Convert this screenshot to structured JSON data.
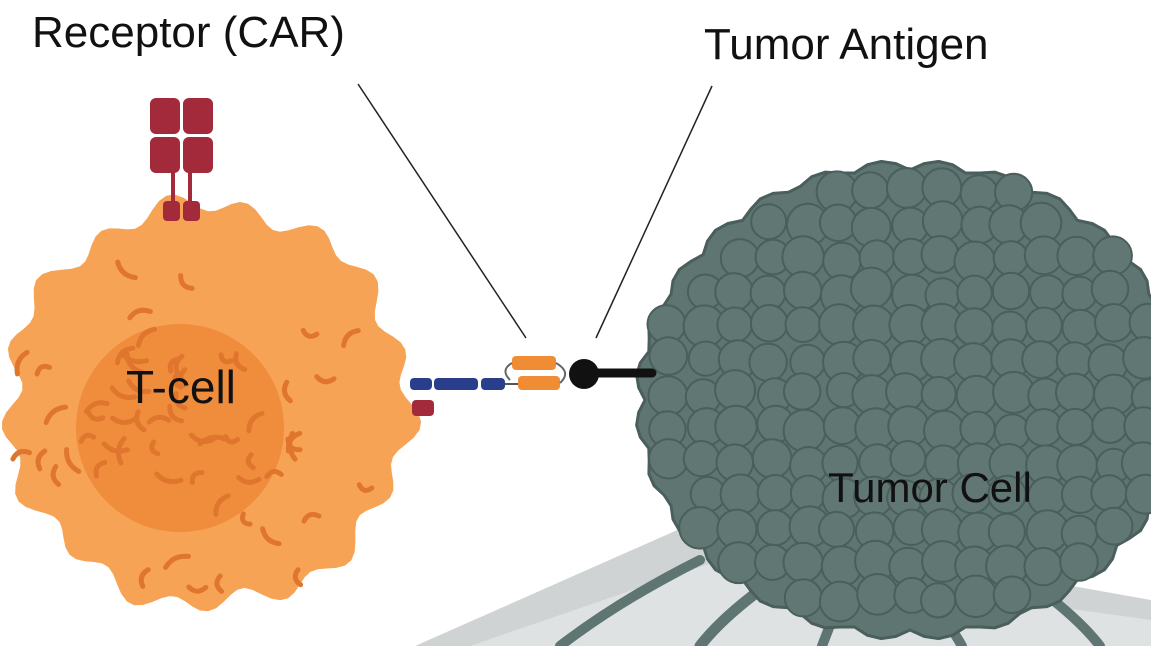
{
  "labels": {
    "receptor": "Receptor (CAR)",
    "antigen": "Tumor Antigen",
    "tcell": "T-cell",
    "tumor": "Tumor Cell"
  },
  "colors": {
    "tcell_body": "#f6a355",
    "tcell_nucleus": "#ef8a3a",
    "tcell_squiggle": "#e0762d",
    "receptor_red": "#a32a3b",
    "car_blue": "#2a3f8c",
    "car_orange": "#f08c33",
    "antigen_black": "#111111",
    "tumor_body": "#5f7572",
    "tumor_outline": "#4a5f5c",
    "tissue_gray": "#cfd3d4",
    "leader_line": "#222222"
  },
  "icons": {
    "tcell": "t-cell-illustration",
    "tumor": "tumor-cell-illustration",
    "receptor": "car-receptor-icon",
    "antigen": "tumor-antigen-icon"
  }
}
